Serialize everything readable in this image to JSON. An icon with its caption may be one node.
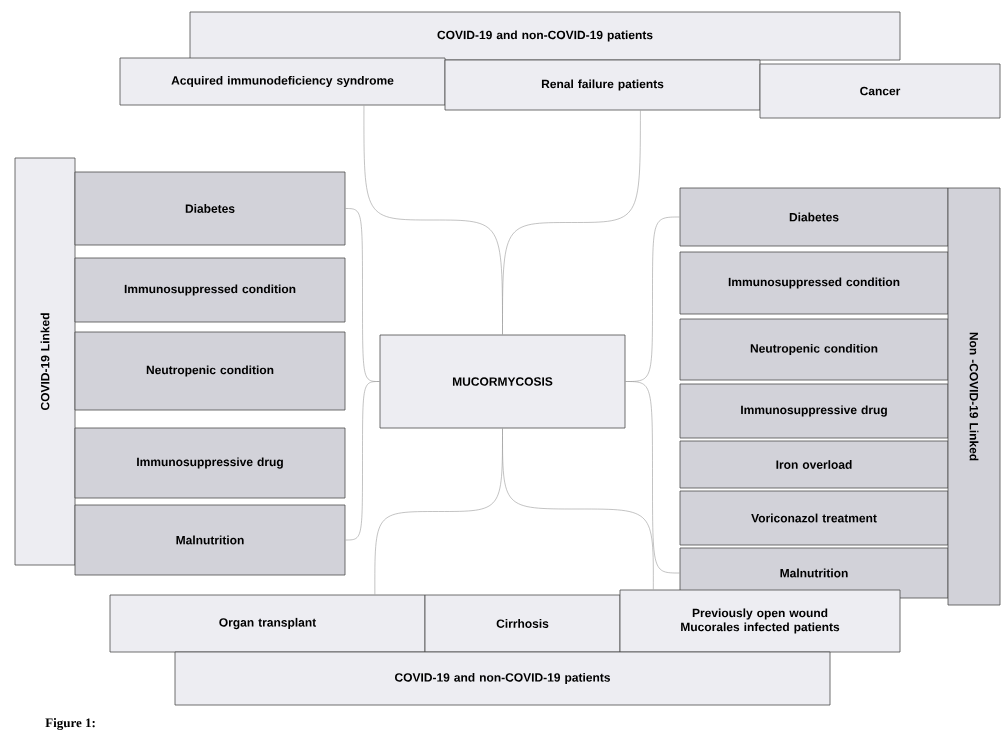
{
  "diagram": {
    "caption": "Figure 1:",
    "nodes": [
      {
        "text": [
          "COVID-19 and non-COVID-19 patients"
        ]
      },
      {
        "text": [
          "Acquired immunodeficiency syndrome"
        ]
      },
      {
        "text": [
          "Renal failure patients"
        ]
      },
      {
        "text": [
          "Cancer"
        ]
      },
      {
        "text": [
          "COVID-19 Linked"
        ]
      },
      {
        "text": [
          "Diabetes"
        ]
      },
      {
        "text": [
          "Immunosuppressed condition"
        ]
      },
      {
        "text": [
          "Neutropenic condition"
        ]
      },
      {
        "text": [
          "Immunosuppressive drug"
        ]
      },
      {
        "text": [
          "Malnutrition"
        ]
      },
      {
        "text": [
          "MUCORMYCOSIS"
        ]
      },
      {
        "text": [
          "Diabetes"
        ]
      },
      {
        "text": [
          "Immunosuppressed condition"
        ]
      },
      {
        "text": [
          "Neutropenic condition"
        ]
      },
      {
        "text": [
          "Immunosuppressive drug"
        ]
      },
      {
        "text": [
          "Iron overload"
        ]
      },
      {
        "text": [
          "Voriconazol treatment"
        ]
      },
      {
        "text": [
          "Malnutrition"
        ]
      },
      {
        "text": [
          "Non -COVID-19 Linked"
        ]
      },
      {
        "text": [
          "Organ transplant"
        ]
      },
      {
        "text": [
          "Cirrhosis"
        ]
      },
      {
        "text": [
          "Previously open wound Mucorales infected patients"
        ]
      },
      {
        "text": [
          "COVID-19 and non-COVID-19 patients"
        ]
      }
    ],
    "edges": [
      {
        "from": 1,
        "to": 10,
        "arrow": "none"
      },
      {
        "from": 2,
        "to": 10,
        "arrow": "none"
      },
      {
        "from": 5,
        "to": 10,
        "arrow": "none"
      },
      {
        "from": 9,
        "to": 10,
        "arrow": "none"
      },
      {
        "from": 11,
        "to": 10,
        "arrow": "none"
      },
      {
        "from": 17,
        "to": 10,
        "arrow": "none"
      },
      {
        "from": 19,
        "to": 10,
        "arrow": "none"
      },
      {
        "from": 21,
        "to": 10,
        "arrow": "none"
      }
    ]
  }
}
